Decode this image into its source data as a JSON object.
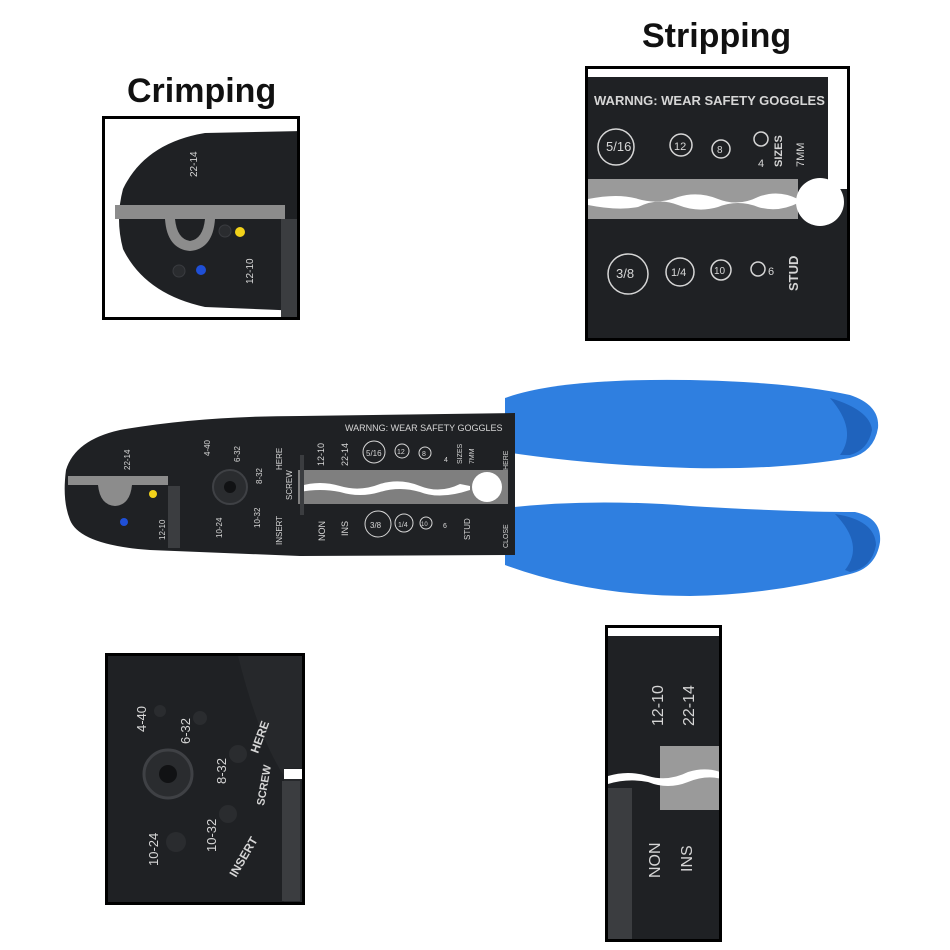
{
  "captions": {
    "crimping": "Crimping",
    "stripping": "Stripping"
  },
  "engraving": {
    "warning": "WARNNG:  WEAR SAFETY GOGGLES",
    "gauge_22_14": "22-14",
    "gauge_12_10": "12-10",
    "size_5_16": "5/16",
    "size_12": "12",
    "size_8": "8",
    "size_4": "4",
    "sizes": "SIZES",
    "size_7mm": "7MM",
    "size_3_8": "3/8",
    "size_1_4": "1/4",
    "size_10": "10",
    "size_6": "6",
    "stud": "STUD",
    "screw_4_40": "4-40",
    "screw_6_32": "6-32",
    "screw_8_32": "8-32",
    "screw_10_32": "10-32",
    "screw_10_24": "10-24",
    "here": "HERE",
    "screw": "SCREW",
    "insert": "INSERT",
    "non": "NON",
    "ins": "INS",
    "close": "CLOSE"
  },
  "colors": {
    "handle": "#2f7fe0",
    "handle_shade": "#1f63bd",
    "body": "#1f2124",
    "engraving": "#d6d6d6",
    "dot_yellow": "#f2d21a",
    "dot_blue": "#1f4fd6"
  }
}
